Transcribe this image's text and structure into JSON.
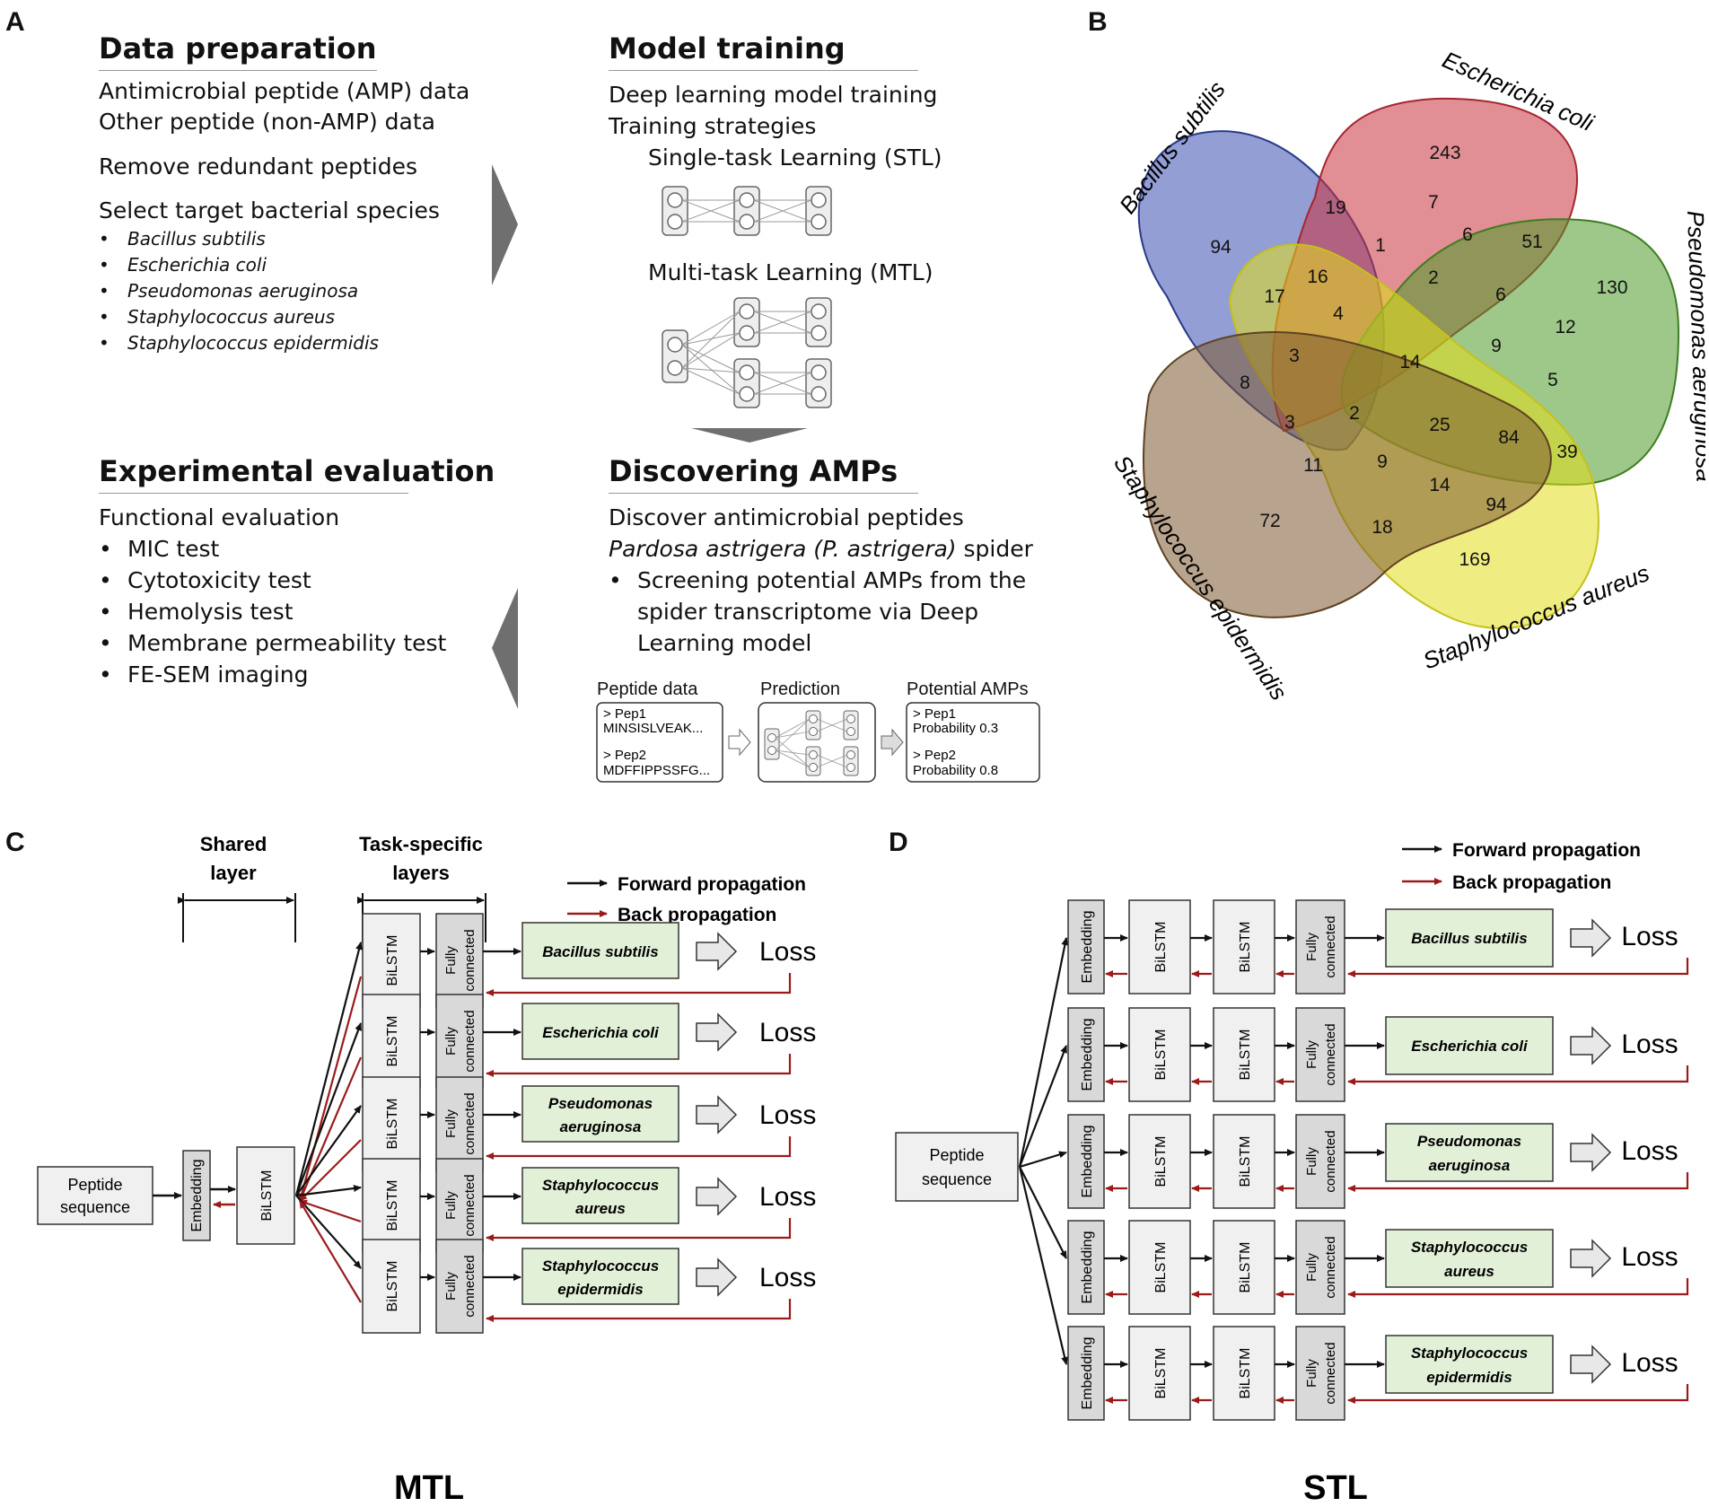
{
  "panelA": {
    "letter": "A",
    "data_prep": {
      "title": "Data preparation",
      "lines": [
        "Antimicrobial peptide (AMP) data",
        "Other peptide (non-AMP) data"
      ],
      "remove": "Remove redundant peptides",
      "select": "Select target bacterial species",
      "species": [
        "Bacillus subtilis",
        "Escherichia coli",
        "Pseudomonas aeruginosa",
        "Staphylococcus aureus",
        "Staphylococcus epidermidis"
      ]
    },
    "model_training": {
      "title": "Model training",
      "lines": [
        "Deep learning model training",
        "Training strategies"
      ],
      "stl": "Single-task Learning (STL)",
      "mtl": "Multi-task Learning (MTL)"
    },
    "exp_eval": {
      "title": "Experimental evaluation",
      "intro": "Functional evaluation",
      "items": [
        "MIC test",
        "Cytotoxicity test",
        "Hemolysis test",
        "Membrane permeability test",
        "FE-SEM imaging"
      ]
    },
    "discovering": {
      "title": "Discovering AMPs",
      "line1": "Discover antimicrobial peptides",
      "line2_italic": "Pardosa astrigera (P. astrigera)",
      "line2_rest": " spider",
      "bullet_lines": [
        "Screening potential AMPs from the",
        "spider transcriptome via Deep",
        "Learning model"
      ],
      "flow": {
        "peptide_label": "Peptide data",
        "prediction_label": "Prediction",
        "potential_label": "Potential AMPs",
        "pep_lines": [
          "> Pep1",
          "MINSISLVEAK...",
          "> Pep2",
          "MDFFIPPSSFG..."
        ],
        "amp_lines": [
          "> Pep1",
          "Probability 0.3",
          "> Pep2",
          "Probability 0.8"
        ]
      }
    }
  },
  "panelB": {
    "letter": "B",
    "sets": [
      "Bacillus subtilis",
      "Escherichia coli",
      "Pseudomonas aeruginosa",
      "Staphylococcus aureus",
      "Staphylococcus epidermidis"
    ],
    "colors": [
      "#3b4fb0",
      "#c8323c",
      "#4e9a2a",
      "#e2df1a",
      "#7d5a32"
    ],
    "counts": [
      "243",
      "94",
      "130",
      "169",
      "72",
      "19",
      "7",
      "6",
      "51",
      "1",
      "2",
      "16",
      "17",
      "6",
      "12",
      "4",
      "3",
      "14",
      "9",
      "8",
      "5",
      "3",
      "2",
      "25",
      "84",
      "39",
      "11",
      "9",
      "14",
      "94",
      "18"
    ]
  },
  "panelC": {
    "letter": "C",
    "shared_label": [
      "Shared",
      "layer"
    ],
    "task_label": [
      "Task-specific",
      "layers"
    ],
    "legend_forward": "Forward propagation",
    "legend_back": "Back propagation",
    "input": [
      "Peptide",
      "sequence"
    ],
    "embedding": "Embedding",
    "bilstm": "BiLSTM",
    "fc": [
      "Fully",
      "connected"
    ],
    "loss": "Loss",
    "tasks": [
      [
        "Bacillus subtilis"
      ],
      [
        "Escherichia coli"
      ],
      [
        "Pseudomonas",
        "aeruginosa"
      ],
      [
        "Staphylococcus",
        "aureus"
      ],
      [
        "Staphylococcus",
        "epidermidis"
      ]
    ],
    "caption": "MTL"
  },
  "panelD": {
    "letter": "D",
    "legend_forward": "Forward propagation",
    "legend_back": "Back propagation",
    "input": [
      "Peptide",
      "sequence"
    ],
    "embedding": "Embedding",
    "bilstm": "BiLSTM",
    "fc": [
      "Fully",
      "connected"
    ],
    "loss": "Loss",
    "tasks": [
      [
        "Bacillus subtilis"
      ],
      [
        "Escherichia coli"
      ],
      [
        "Pseudomonas",
        "aeruginosa"
      ],
      [
        "Staphylococcus",
        "aureus"
      ],
      [
        "Staphylococcus",
        "epidermidis"
      ]
    ],
    "caption": "STL"
  },
  "colors": {
    "forward": "#111111",
    "back": "#9b1b1b",
    "task_box": "#e3f0d8",
    "layer_box": "#f0f0f0",
    "fc_box": "#d9d9d9"
  }
}
